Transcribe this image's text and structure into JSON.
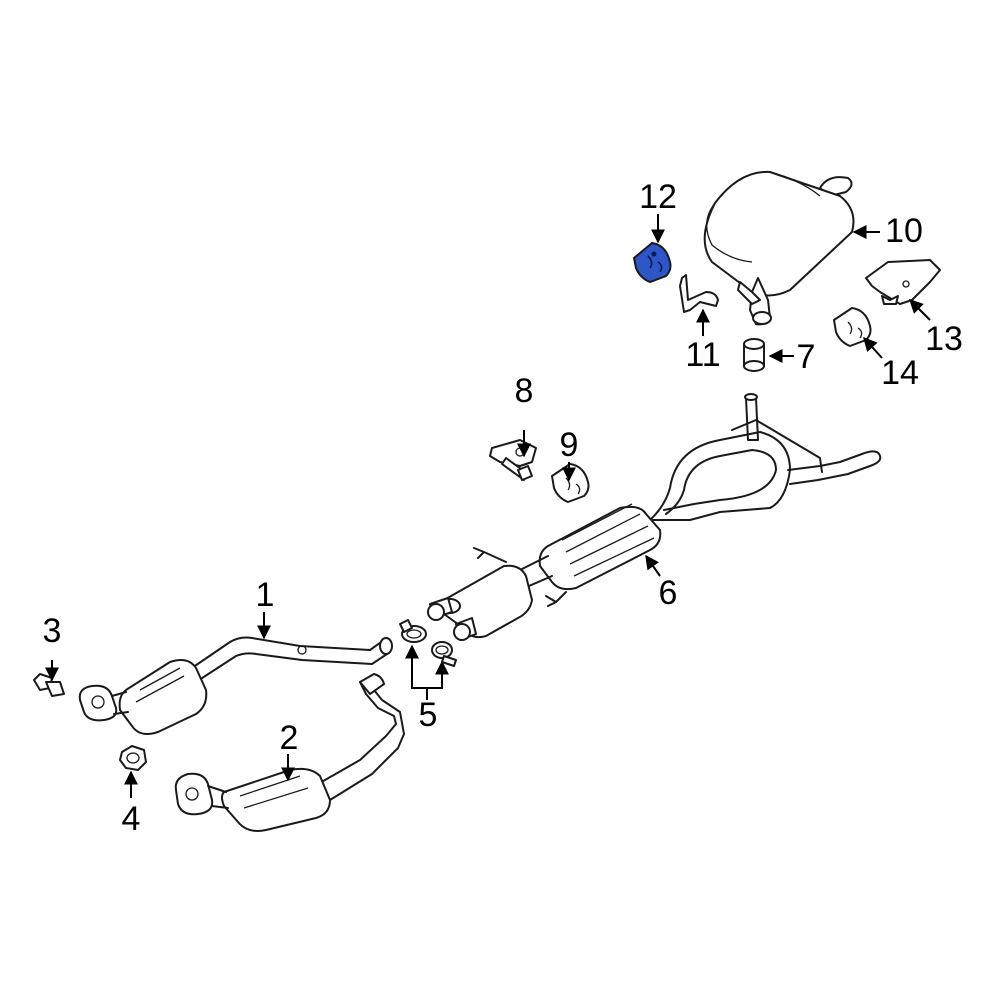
{
  "highlight_color": "#2f56c6",
  "callouts": [
    {
      "id": "c1",
      "label": "1"
    },
    {
      "id": "c2",
      "label": "2"
    },
    {
      "id": "c3",
      "label": "3"
    },
    {
      "id": "c4",
      "label": "4"
    },
    {
      "id": "c5",
      "label": "5"
    },
    {
      "id": "c6",
      "label": "6"
    },
    {
      "id": "c7",
      "label": "7"
    },
    {
      "id": "c8",
      "label": "8"
    },
    {
      "id": "c9",
      "label": "9"
    },
    {
      "id": "c10",
      "label": "10"
    },
    {
      "id": "c11",
      "label": "11"
    },
    {
      "id": "c12",
      "label": "12"
    },
    {
      "id": "c13",
      "label": "13"
    },
    {
      "id": "c14",
      "label": "14"
    }
  ]
}
